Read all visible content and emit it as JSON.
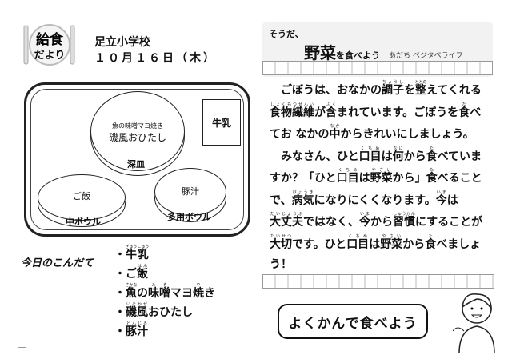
{
  "header": {
    "logo_text": "給食だより",
    "school": "足立小学校",
    "date": "１０月１６日（木）"
  },
  "tray": {
    "deep_plate": {
      "items": [
        "魚の味噌マヨ焼き",
        "磯風おひたし"
      ],
      "label": "深皿"
    },
    "rice_bowl": {
      "item": "ご飯",
      "label": "中ボウル"
    },
    "soup_bowl": {
      "item": "豚汁",
      "label": "多用ボウル"
    },
    "milk": "牛乳"
  },
  "menu": {
    "title": "今日のこんだて",
    "items": [
      [
        [
          "牛乳",
          "ぎゅうにゅう"
        ]
      ],
      [
        [
          "ご",
          ""
        ],
        [
          "飯",
          "はん"
        ]
      ],
      [
        [
          "魚",
          "さかな"
        ],
        [
          "の",
          ""
        ],
        [
          "味",
          "み"
        ],
        [
          "噌",
          "そ"
        ],
        [
          "マヨ",
          ""
        ],
        [
          "焼",
          "や"
        ],
        [
          "き",
          ""
        ]
      ],
      [
        [
          "磯風",
          "いそかぜ"
        ],
        [
          "おひたし",
          ""
        ]
      ],
      [
        [
          "豚汁",
          "とんじる"
        ]
      ]
    ]
  },
  "banner": {
    "title": "そうだ、",
    "main": "野菜",
    "main_suffix": "を食べよう",
    "sub": "あだち ベジタベライフ"
  },
  "article": {
    "lines": [
      [
        [
          "　ごぼうは、おなかの",
          ""
        ],
        [
          "調子",
          "ちょうし"
        ],
        [
          "を",
          ""
        ],
        [
          "整",
          "ととの"
        ],
        [
          "えてくれる",
          ""
        ]
      ],
      [
        [
          "食物繊維",
          "しょくもつせんい"
        ],
        [
          "が",
          ""
        ],
        [
          "含",
          "ふく"
        ],
        [
          "まれています。ごぼうを",
          ""
        ],
        [
          "食",
          "た"
        ],
        [
          "べ",
          ""
        ]
      ],
      [
        [
          "てお なかの",
          ""
        ],
        [
          "中",
          "なか"
        ],
        [
          "からきれいにしましょう。",
          ""
        ]
      ],
      [
        [
          "　みなさん、ひと",
          ""
        ],
        [
          "口目",
          "くちめ"
        ],
        [
          "は",
          ""
        ],
        [
          "何",
          "なに"
        ],
        [
          "から",
          ""
        ],
        [
          "食",
          "た"
        ],
        [
          "べていま",
          ""
        ]
      ],
      [
        [
          "すか？「ひと",
          ""
        ],
        [
          "口目",
          "くちめ"
        ],
        [
          "は",
          ""
        ],
        [
          "野菜",
          "やさい"
        ],
        [
          "から」",
          ""
        ],
        [
          "食",
          "た"
        ],
        [
          "べること",
          ""
        ]
      ],
      [
        [
          "で、",
          ""
        ],
        [
          "病気",
          "びょうき"
        ],
        [
          "になりにくくなります。",
          ""
        ],
        [
          "今",
          "いま"
        ],
        [
          "は",
          ""
        ]
      ],
      [
        [
          "大丈夫",
          "だいじょうぶ"
        ],
        [
          "ではなく、",
          ""
        ],
        [
          "今",
          "いま"
        ],
        [
          "から",
          ""
        ],
        [
          "習慣",
          "しゅうかん"
        ],
        [
          "にすることが",
          ""
        ]
      ],
      [
        [
          "大切",
          "たいせつ"
        ],
        [
          "です。ひと",
          ""
        ],
        [
          "口目",
          "くちめ"
        ],
        [
          "は",
          ""
        ],
        [
          "野菜",
          "やさい"
        ],
        [
          "から",
          ""
        ],
        [
          "食",
          "た"
        ],
        [
          "べましょ",
          ""
        ]
      ],
      [
        [
          "う！",
          ""
        ]
      ]
    ]
  },
  "slogan": {
    "text": "よくかんで食べよう"
  }
}
